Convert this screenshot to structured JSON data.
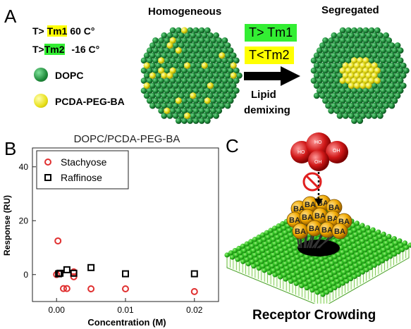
{
  "panelA": {
    "letter": "A",
    "tm1": {
      "prefix": "T>",
      "name": "Tm1",
      "value": "60 C°"
    },
    "tm2": {
      "prefix": "T>",
      "name": "Tm2",
      "value": "-16 C°"
    },
    "legend": [
      {
        "label": "DOPC",
        "color": "#1f8a3a"
      },
      {
        "label": "PCDA-PEG-BA",
        "color": "#e8e01a"
      }
    ],
    "homogeneous_title": "Homogeneous",
    "segregated_title": "Segregated",
    "condition1": "T> Tm1",
    "condition2": "T<Tm2",
    "arrow_label_1": "Lipid",
    "arrow_label_2": "demixing"
  },
  "panelB": {
    "letter": "B",
    "chart_data": {
      "type": "scatter",
      "title": "DOPC/PCDA-PEG-BA",
      "xlabel": "Concentration (M)",
      "ylabel": "Response (RU)",
      "xticks": [
        "0.00",
        "0.01",
        "0.02"
      ],
      "yticks": [
        "0",
        "20",
        "40"
      ],
      "xlim": [
        -0.0035,
        0.0235
      ],
      "ylim": [
        -10,
        47
      ],
      "legend_position": "top-left",
      "series": [
        {
          "name": "Stachyose",
          "marker": "circle",
          "color": "#e03030",
          "points": [
            [
              0.0,
              0.0
            ],
            [
              0.0002,
              12.5
            ],
            [
              0.0005,
              0.3
            ],
            [
              0.001,
              -5.2
            ],
            [
              0.0015,
              -5.2
            ],
            [
              0.0025,
              1.0
            ],
            [
              0.0025,
              -0.8
            ],
            [
              0.005,
              -5.3
            ],
            [
              0.01,
              -5.3
            ],
            [
              0.02,
              -6.3
            ]
          ]
        },
        {
          "name": "Raffinose",
          "marker": "square",
          "color": "#000000",
          "points": [
            [
              0.0003,
              0.3
            ],
            [
              0.0005,
              0.5
            ],
            [
              0.0015,
              1.8
            ],
            [
              0.0025,
              0.5
            ],
            [
              0.005,
              2.6
            ],
            [
              0.01,
              0.3
            ],
            [
              0.02,
              0.3
            ]
          ]
        }
      ]
    }
  },
  "panelC": {
    "letter": "C",
    "ba_label": "BA",
    "oh_label": "OH",
    "ho_label": "HO",
    "caption": "Receptor Crowding"
  }
}
